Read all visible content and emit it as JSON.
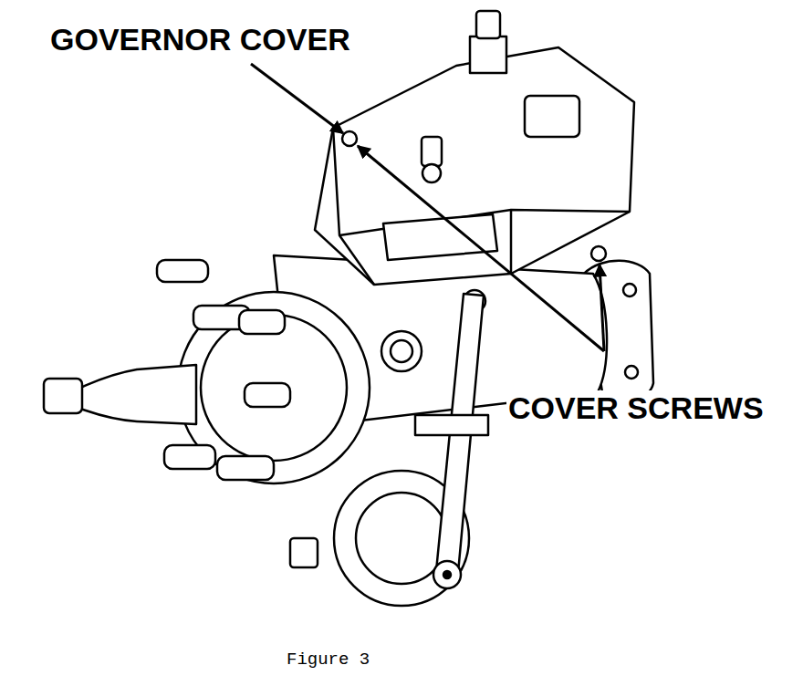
{
  "diagram": {
    "caption": "Figure 3",
    "labels": [
      "GOVERNOR COVER",
      "COVER SCREWS"
    ]
  }
}
